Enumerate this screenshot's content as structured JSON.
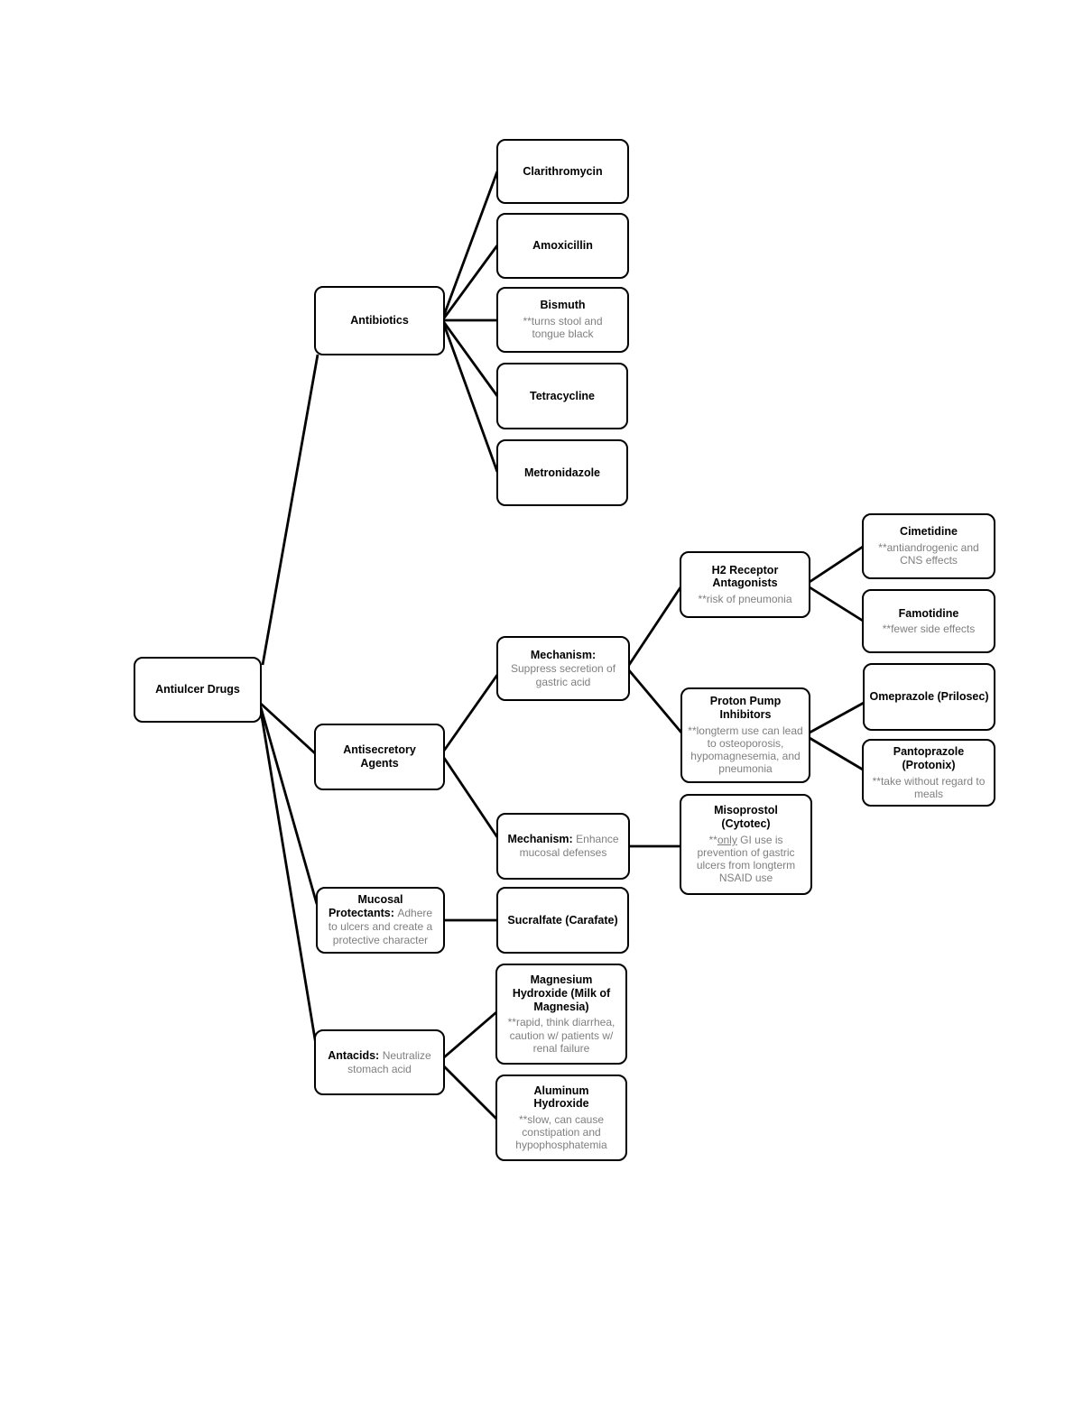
{
  "colors": {
    "box_border": "#000000",
    "title_text": "#000000",
    "note_text": "#7f7f7f",
    "connector_line": "#000000",
    "background": "#ffffff"
  },
  "nodes": {
    "root": {
      "title": "Antiulcer Drugs"
    },
    "antibiotics": {
      "title": "Antibiotics"
    },
    "clarithromycin": {
      "title": "Clarithromycin"
    },
    "amoxicillin": {
      "title": "Amoxicillin"
    },
    "bismuth": {
      "title": "Bismuth",
      "note": "**turns stool and tongue black"
    },
    "tetracycline": {
      "title": "Tetracycline"
    },
    "metronidazole": {
      "title": "Metronidazole"
    },
    "antisecretory": {
      "title": "Antisecretory Agents"
    },
    "mech_suppress": {
      "label": "Mechanism:",
      "text": "Suppress secretion of gastric acid"
    },
    "mech_enhance": {
      "label": "Mechanism:",
      "text": "Enhance mucosal defenses"
    },
    "h2_antagonists": {
      "title": "H2 Receptor Antagonists",
      "note": "**risk of pneumonia"
    },
    "cimetidine": {
      "title": "Cimetidine",
      "note": "**antiandrogenic and CNS effects"
    },
    "famotidine": {
      "title": "Famotidine",
      "note": "**fewer side effects"
    },
    "ppi": {
      "title": "Proton Pump Inhibitors",
      "note": "**longterm use can lead to osteoporosis, hypomagnesemia, and pneumonia"
    },
    "omeprazole": {
      "title": "Omeprazole (Prilosec)"
    },
    "pantoprazole": {
      "title": "Pantoprazole (Protonix)",
      "note": "**take without regard to meals"
    },
    "misoprostol": {
      "title": "Misoprostol (Cytotec)",
      "note_prefix": "**",
      "note_underline": "only",
      "note_rest": " GI use is prevention of gastric ulcers from longterm NSAID use"
    },
    "mucosal": {
      "label": "Mucosal Protectants:",
      "text": "Adhere to ulcers and create a protective character"
    },
    "sucralfate": {
      "title": "Sucralfate (Carafate)"
    },
    "antacids": {
      "label": "Antacids:",
      "text": "Neutralize stomach acid"
    },
    "magnesium": {
      "title": "Magnesium Hydroxide (Milk of Magnesia)",
      "note": "**rapid, think diarrhea, caution w/ patients w/ renal failure"
    },
    "aluminum": {
      "title": "Aluminum Hydroxide",
      "note": "**slow, can cause constipation and hypophosphatemia"
    }
  },
  "edges": [
    {
      "from": "root",
      "to": "antibiotics"
    },
    {
      "from": "antibiotics",
      "to": "clarithromycin"
    },
    {
      "from": "antibiotics",
      "to": "amoxicillin"
    },
    {
      "from": "antibiotics",
      "to": "bismuth"
    },
    {
      "from": "antibiotics",
      "to": "tetracycline"
    },
    {
      "from": "antibiotics",
      "to": "metronidazole"
    },
    {
      "from": "root",
      "to": "antisecretory"
    },
    {
      "from": "root",
      "to": "mucosal"
    },
    {
      "from": "root",
      "to": "antacids"
    },
    {
      "from": "antisecretory",
      "to": "mech_suppress"
    },
    {
      "from": "antisecretory",
      "to": "mech_enhance"
    },
    {
      "from": "mech_suppress",
      "to": "h2_antagonists"
    },
    {
      "from": "mech_suppress",
      "to": "ppi"
    },
    {
      "from": "h2_antagonists",
      "to": "cimetidine"
    },
    {
      "from": "h2_antagonists",
      "to": "famotidine"
    },
    {
      "from": "ppi",
      "to": "omeprazole"
    },
    {
      "from": "ppi",
      "to": "pantoprazole"
    },
    {
      "from": "mech_enhance",
      "to": "misoprostol"
    },
    {
      "from": "mucosal",
      "to": "sucralfate"
    },
    {
      "from": "antacids",
      "to": "magnesium"
    },
    {
      "from": "antacids",
      "to": "aluminum"
    }
  ]
}
